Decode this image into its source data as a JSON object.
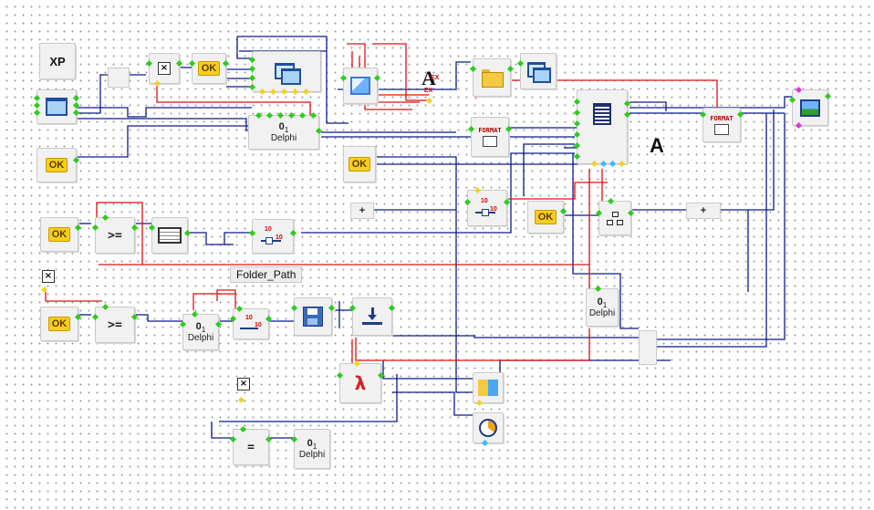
{
  "canvas": {
    "background": "#ffffff",
    "dot_color": "#9a9a9a"
  },
  "colors": {
    "wire_blue": "#0a1a8c",
    "wire_red": "#e01010",
    "pin_green": "#2ecc1e",
    "pin_yellow": "#f2d22a",
    "pin_cyan": "#3ab7ff"
  },
  "labels": {
    "ok": "OK",
    "xp": "XP",
    "delphi_num": "0",
    "delphi_sub": "1",
    "delphi": "Delphi",
    "ge": ">=",
    "eq": "=",
    "plus": "+",
    "format": "FORMAT",
    "big_a": "A",
    "ex": "EX",
    "ten": "10",
    "folder_path": "Folder_Path"
  },
  "icons": {
    "xp": "xp-manifest-icon",
    "form": "window-form-icon",
    "close": "close-box-icon",
    "windows": "windows-cascade-icon",
    "folder": "folder-icon",
    "picture": "picture-icon",
    "font": "font-a-icon",
    "format": "format-icon",
    "list": "list-box-icon",
    "tree": "tree-icon",
    "save": "save-disk-icon",
    "download": "download-tray-icon",
    "pdf": "pdf-icon",
    "tiles": "tiles-icon",
    "chart": "pie-chart-icon",
    "image": "image-icon",
    "memo": "memo-icon"
  }
}
